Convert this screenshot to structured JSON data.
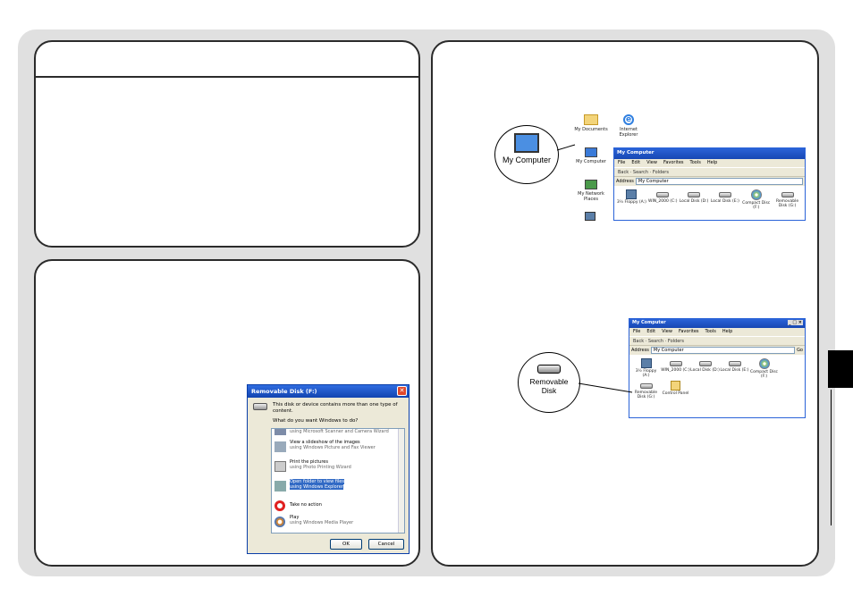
{
  "desktop": {
    "icons": [
      {
        "label": "My Documents"
      },
      {
        "label": "Internet Explorer"
      },
      {
        "label": "My Computer"
      },
      {
        "label": "My Network Places"
      }
    ]
  },
  "window1": {
    "title": "My Computer",
    "menu": [
      "File",
      "Edit",
      "View",
      "Favorites",
      "Tools",
      "Help"
    ],
    "toolbar": [
      "Back",
      "Search",
      "Folders"
    ],
    "address_label": "Address",
    "address_value": "My Computer",
    "drives": [
      {
        "label": "3½ Floppy (A:)",
        "kind": "floppy"
      },
      {
        "label": "WIN_2000 (C:)",
        "kind": "hdd"
      },
      {
        "label": "Local Disk (D:)",
        "kind": "hdd"
      },
      {
        "label": "Local Disk (E:)",
        "kind": "hdd"
      },
      {
        "label": "Compact Disc (F:)",
        "kind": "cd"
      },
      {
        "label": "Removable Disk (G:)",
        "kind": "hdd"
      }
    ]
  },
  "callout_mycomputer": "My Computer",
  "window2": {
    "title": "My Computer",
    "menu": [
      "File",
      "Edit",
      "View",
      "Favorites",
      "Tools",
      "Help"
    ],
    "toolbar": [
      "Back",
      "Search",
      "Folders"
    ],
    "address_label": "Address",
    "address_value": "My Computer",
    "go": "Go",
    "drives": [
      {
        "label": "3½ Floppy (A:)",
        "kind": "floppy"
      },
      {
        "label": "WIN_2000 (C:)",
        "kind": "hdd"
      },
      {
        "label": "Local Disk (D:)",
        "kind": "hdd"
      },
      {
        "label": "Local Disk (E:)",
        "kind": "hdd"
      },
      {
        "label": "Compact Disc (F:)",
        "kind": "cd"
      }
    ],
    "row2": [
      {
        "label": "Removable Disk (G:)"
      },
      {
        "label": "Control Panel"
      }
    ]
  },
  "callout_removable": "Removable Disk",
  "dialog": {
    "title": "Removable Disk (F:)",
    "message": "This disk or device contains more than one type of content.",
    "question": "What do you want Windows to do?",
    "options": [
      {
        "title": "",
        "sub": "using Microsoft Scanner and Camera Wizard"
      },
      {
        "title": "View a slideshow of the images",
        "sub": "using Windows Picture and Fax Viewer"
      },
      {
        "title": "Print the pictures",
        "sub": "using Photo Printing Wizard"
      },
      {
        "title": "Open folder to view files",
        "sub": "using Windows Explorer",
        "selected": true
      },
      {
        "title": "Take no action",
        "sub": ""
      },
      {
        "title": "Play",
        "sub": "using Windows Media Player"
      }
    ],
    "ok": "OK",
    "cancel": "Cancel"
  }
}
